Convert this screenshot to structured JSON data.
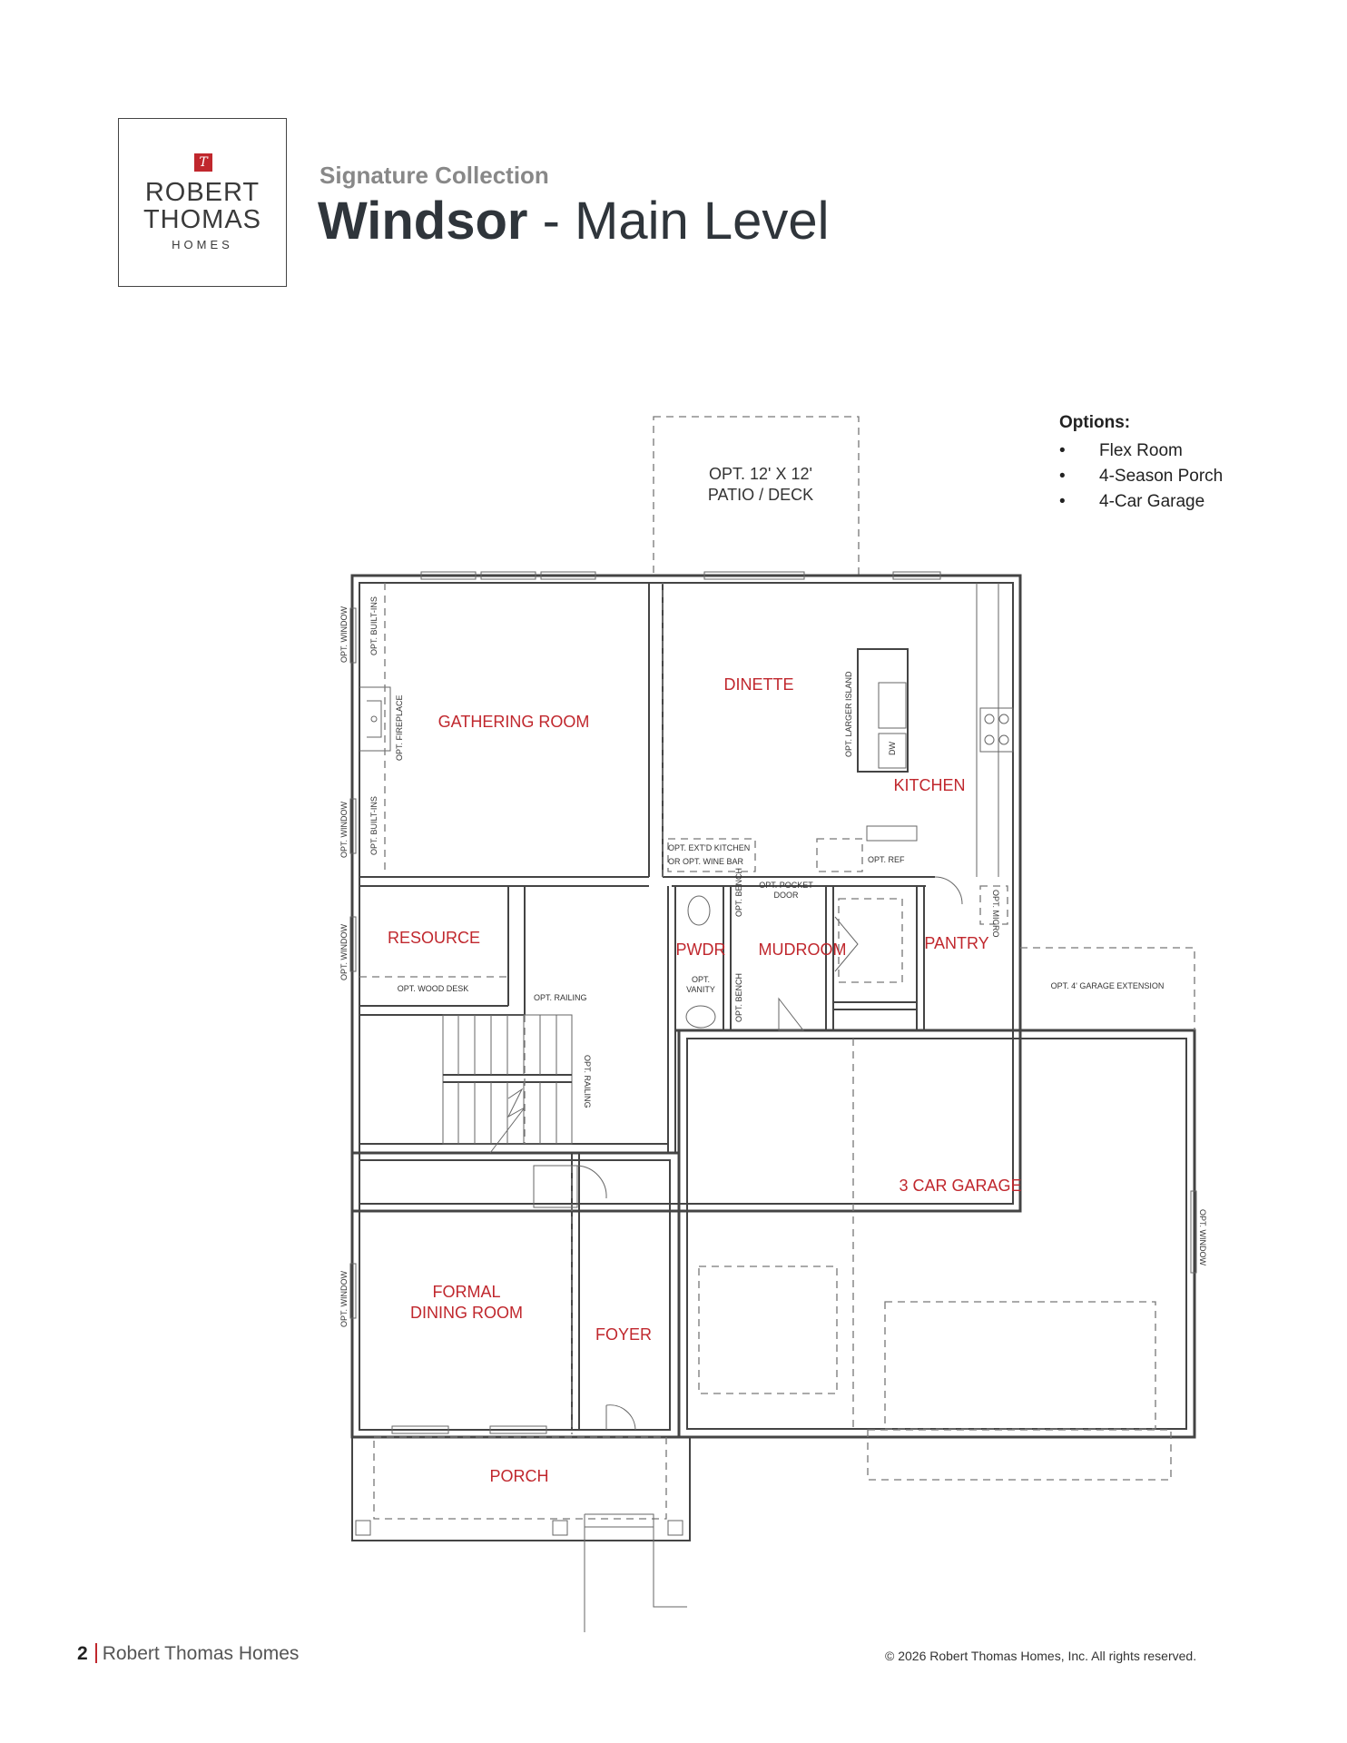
{
  "brand": {
    "line1": "ROBERT",
    "line2": "THOMAS",
    "line3": "HOMES",
    "monogram": "T",
    "accent_color": "#c0272d"
  },
  "header": {
    "collection": "Signature Collection",
    "plan_name": "Windsor",
    "level": " - Main Level"
  },
  "options": {
    "heading": "Options:",
    "items": [
      "Flex Room",
      "4-Season Porch",
      "4-Car Garage"
    ]
  },
  "rooms": {
    "patio_line1": "OPT. 12' X 12'",
    "patio_line2": "PATIO / DECK",
    "gathering": "GATHERING ROOM",
    "dinette": "DINETTE",
    "kitchen": "KITCHEN",
    "resource": "RESOURCE",
    "pwdr": "PWDR",
    "mudroom": "MUDROOM",
    "pantry": "PANTRY",
    "garage": "3 CAR GARAGE",
    "dining_line1": "FORMAL",
    "dining_line2": "DINING ROOM",
    "foyer": "FOYER",
    "porch": "PORCH"
  },
  "notes": {
    "opt_window": "OPT. WINDOW",
    "opt_builtins": "OPT. BUILT-INS",
    "opt_fireplace": "OPT. FIREPLACE",
    "opt_larger_island": "OPT. LARGER ISLAND",
    "dw": "DW",
    "ext_kitchen": "OPT. EXT'D KITCHEN",
    "wine_bar": "OR OPT. WINE BAR",
    "opt_ref": "OPT. REF",
    "pocket_door_1": "OPT. POCKET",
    "pocket_door_2": "DOOR",
    "opt_bench": "OPT. BENCH",
    "opt_vanity_1": "OPT.",
    "opt_vanity_2": "VANITY",
    "opt_micro": "OPT. MICRO",
    "opt_wood_desk": "OPT. WOOD DESK",
    "opt_railing": "OPT. RAILING",
    "garage_extension": "OPT. 4' GARAGE EXTENSION"
  },
  "footer": {
    "page_number": "2",
    "company": "Robert Thomas Homes",
    "copyright": "© 2026 Robert Thomas Homes, Inc. All rights reserved."
  }
}
